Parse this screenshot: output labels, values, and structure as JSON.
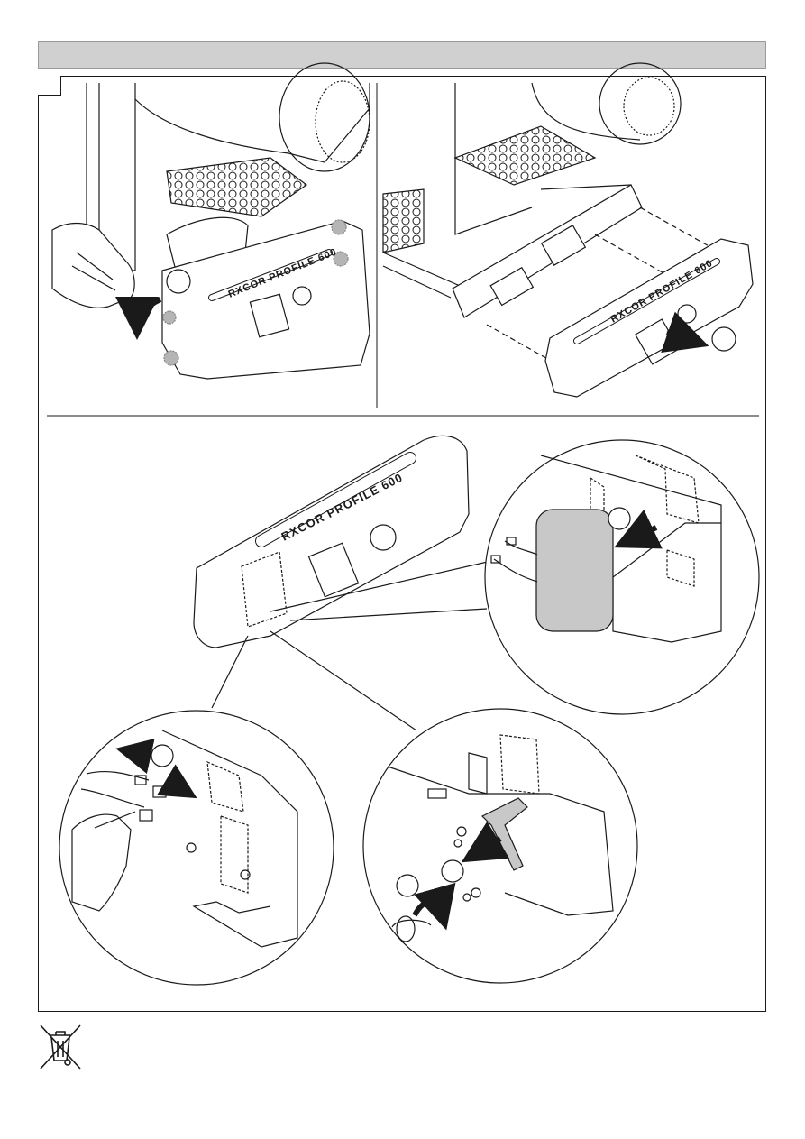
{
  "page": {
    "header_bar_text": "",
    "device_label": "RXCOR PROFILE 600",
    "steps": [
      {
        "id": "remove-screws",
        "number": ""
      },
      {
        "id": "slide-panel-out",
        "number": ""
      },
      {
        "id": "remove-battery",
        "number": ""
      },
      {
        "id": "disconnect-cables",
        "number": ""
      },
      {
        "id": "remove-bracket",
        "number": ""
      },
      {
        "id": "unscrew-bracket",
        "number": ""
      }
    ],
    "icons": {
      "disposal": "crossed-out-wheelie-bin-icon"
    },
    "colors": {
      "header_bar": "#d0d0d0",
      "line": "#1a1a1a",
      "battery_fill": "#c8c8c8",
      "screw_highlight": "#b5b5b5"
    }
  }
}
